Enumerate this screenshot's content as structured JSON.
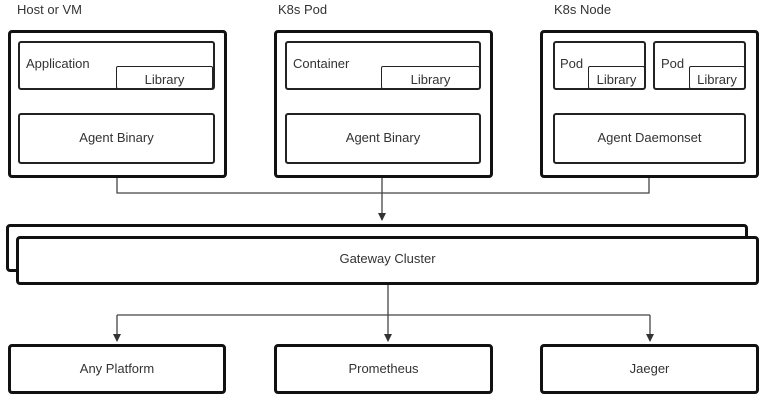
{
  "groups": [
    {
      "title": "Host or VM",
      "workload": "Application",
      "library": "Library",
      "agent": "Agent Binary"
    },
    {
      "title": "K8s Pod",
      "workload": "Container",
      "library": "Library",
      "agent": "Agent Binary"
    },
    {
      "title": "K8s Node",
      "pods": [
        {
          "label": "Pod",
          "library": "Library"
        },
        {
          "label": "Pod",
          "library": "Library"
        }
      ],
      "agent": "Agent Daemonset"
    }
  ],
  "gateway": "Gateway Cluster",
  "destinations": [
    "Any Platform",
    "Prometheus",
    "Jaeger"
  ],
  "colors": {
    "stroke": "#222222",
    "text": "#333333",
    "background": "#ffffff"
  }
}
